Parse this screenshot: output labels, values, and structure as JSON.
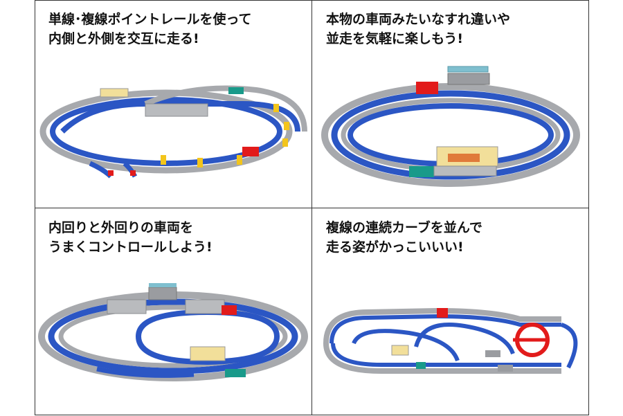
{
  "panels": [
    {
      "id": "single-double-point",
      "caption": "単線･複線ポイントレールを使って\n内側と外側を交互に走る!"
    },
    {
      "id": "passing-parallel",
      "caption": "本物の車両みたいなすれ違いや\n並走を気軽に楽しもう!"
    },
    {
      "id": "inner-outer-control",
      "caption": "内回りと外回りの車両を\nうまくコントロールしよう!"
    },
    {
      "id": "double-curve",
      "caption": "複線の連続カーブを並んで\n走る姿がかっこいいい!"
    }
  ],
  "colors": {
    "blue_rail": "#2b56c4",
    "gray_rail": "#a7a9ad",
    "red": "#e21b1b",
    "yellow": "#f3c51b",
    "teal": "#199a8a",
    "station": "#f2df9a"
  }
}
